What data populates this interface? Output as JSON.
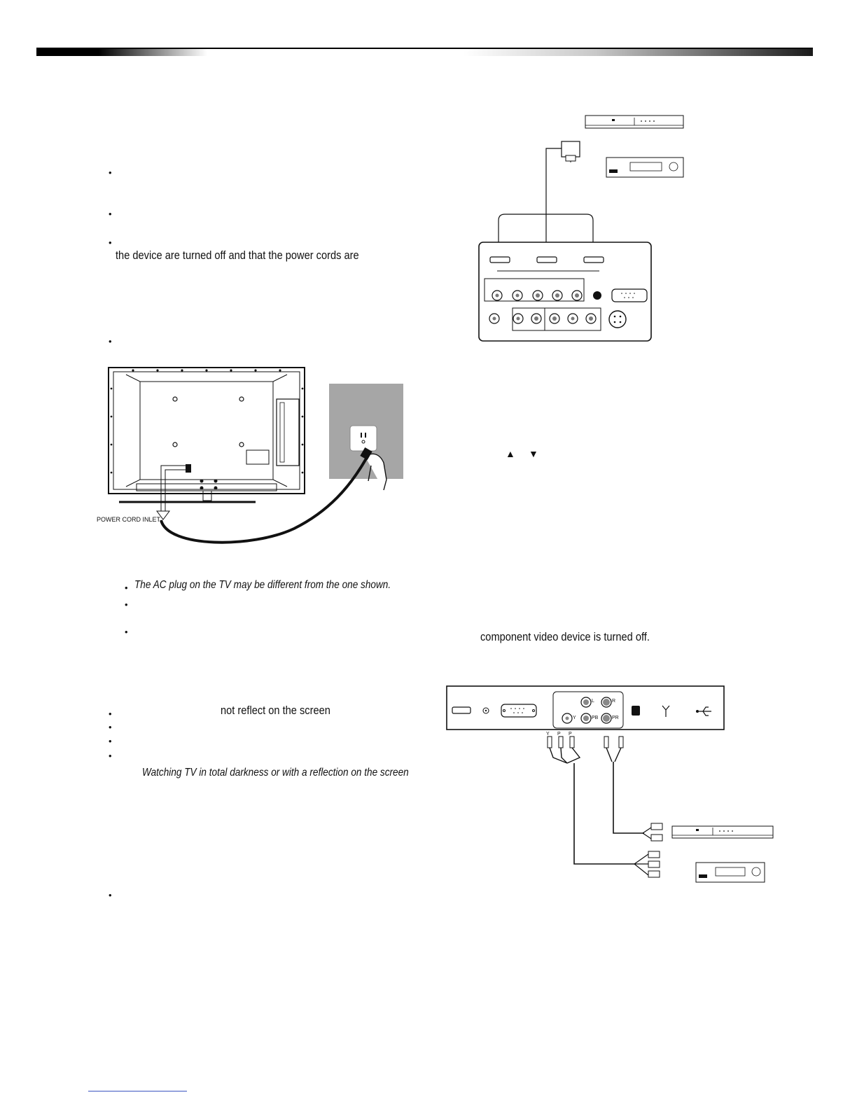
{
  "left_column": {
    "line_device_off": "the device are turned off and that the power cords are",
    "diagram_label_power_cord_inlet": "POWER CORD INLET",
    "note_ac_plug": "The AC plug on the TV may be different from the one shown.",
    "line_not_reflect": "not reflect on the screen",
    "note_watching_dark": "Watching TV in total darkness or with a reflection on the screen"
  },
  "right_column": {
    "arrow_up_symbol": "▲",
    "arrow_down_symbol": "▼",
    "line_component_off": "component video device is turned off."
  },
  "panel_labels": {
    "audio_left": "L",
    "audio_right": "R",
    "video_y": "Y",
    "video_pb": "PB",
    "video_pr": "PR"
  },
  "colors": {
    "text": "#111111",
    "header_bar_dark": "#000000",
    "wall_plate": "#a6a6a6",
    "footer_link_line": "#3a55c0"
  }
}
